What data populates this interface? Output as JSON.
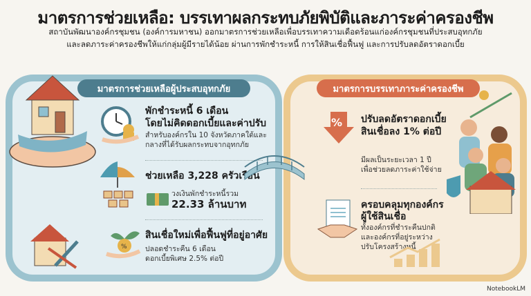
{
  "header": {
    "title": "มาตรการช่วยเหลือ: บรรเทาผลกระทบภัยพิบัติและภาระค่าครองชีพ",
    "subtitle_line1": "สถาบันพัฒนาองค์กรชุมชน (องค์การมหาชน) ออกมาตรการช่วยเหลือเพื่อบรรเทาความเดือดร้อนแก่องค์กรชุมชนที่ประสบอุทกภัย",
    "subtitle_line2": "และลดภาระค่าครองชีพให้แก่กลุ่มผู้มีรายได้น้อย ผ่านการพักชำระหนี้ การให้สินเชื่อฟื้นฟู และการปรับลดอัตราดอกเบี้ย"
  },
  "left": {
    "heading": "มาตรการช่วยเหลือผู้ประสบอุทกภัย",
    "item1": {
      "title1": "พักชำระหนี้ 6 เดือน",
      "title2": "โดยไม่คิดดอกเบี้ยและค่าปรับ",
      "desc1": "สำหรับองค์กรใน 10 จังหวัดภาคใต้และ",
      "desc2": "กลางที่ได้รับผลกระทบจากอุทกภัย"
    },
    "item2": {
      "title": "ช่วยเหลือ 3,228 ครัวเรือน",
      "desc": "วงเงินพักชำระหนี้รวม",
      "amount": "22.33 ล้านบาท"
    },
    "item3": {
      "title": "สินเชื่อใหม่เพื่อฟื้นฟูที่อยู่อาศัย",
      "desc1": "ปลอดชำระคืน 6 เดือน",
      "desc2": "ดอกเบี้ยพิเศษ 2.5% ต่อปี"
    }
  },
  "right": {
    "heading": "มาตรการบรรเทาภาระค่าครองชีพ",
    "item1": {
      "title1": "ปรับลดอัตราดอกเบี้ย",
      "title2": "สินเชื่อลง 1% ต่อปี",
      "desc1": "มีผลเป็นระยะเวลา 1 ปี",
      "desc2": "เพื่อช่วยลดภาระค่าใช้จ่าย"
    },
    "item2": {
      "title1": "ครอบคลุมทุกองค์กร",
      "title2": "ผู้ใช้สินเชื่อ",
      "desc1": "ทั้งองค์กรที่ชำระคืนปกติ",
      "desc2": "และองค์กรที่อยู่ระหว่าง",
      "desc3": "ปรับโครงสร้างหนี้"
    },
    "percent_symbol": "%"
  },
  "footer": {
    "badge": "NotebookLM"
  },
  "colors": {
    "teal": "#4d7d8e",
    "orange": "#d76e4c",
    "blue_band": "#9cc3cf",
    "gold_band": "#ecc98e"
  }
}
